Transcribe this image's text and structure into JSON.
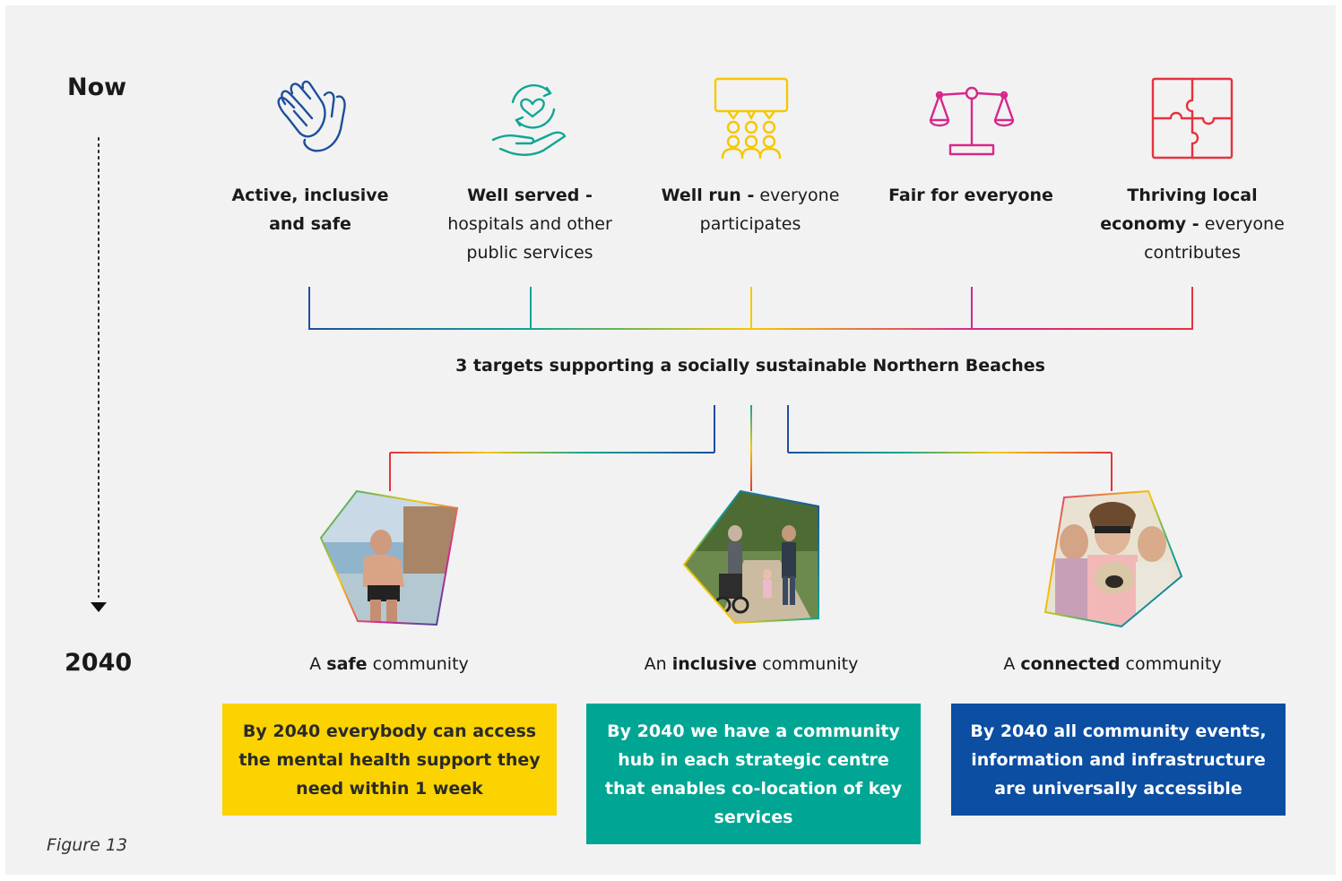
{
  "timeline": {
    "start": "Now",
    "end": "2040"
  },
  "pillars": [
    {
      "icon": "hands-icon",
      "bold": "Active, inclusive and safe",
      "rest": "",
      "color": "#1d4f9c"
    },
    {
      "icon": "care-heart-icon",
      "bold": "Well served -",
      "rest": " hospitals and other public services",
      "color": "#12a594"
    },
    {
      "icon": "speech-people-icon",
      "bold": "Well run -",
      "rest": " everyone participates",
      "color": "#f5c800"
    },
    {
      "icon": "scales-icon",
      "bold": "Fair for everyone",
      "rest": "",
      "color": "#d6288b"
    },
    {
      "icon": "puzzle-icon",
      "bold": "Thriving local economy -",
      "rest": " everyone contributes",
      "color": "#e6323e"
    }
  ],
  "targets_title": "3 targets supporting a socially sustainable Northern Beaches",
  "communities": [
    {
      "prefix": "A ",
      "bold": "safe",
      "suffix": " community",
      "target": "By 2040 everybody can access the mental health support they need within 1 week",
      "box_color": "#fbd300",
      "text_color": "#2a2a2a",
      "photo": "man-running-photo"
    },
    {
      "prefix": "An ",
      "bold": "inclusive",
      "suffix": " community",
      "target": "By 2040 we have a community hub in each strategic centre that enables co-location of key services",
      "box_color": "#00a693",
      "text_color": "#ffffff",
      "photo": "family-walking-photo"
    },
    {
      "prefix": "A ",
      "bold": "connected",
      "suffix": " community",
      "target": "By 2040 all community events, information and infrastructure are universally accessible",
      "box_color": "#0b4ea2",
      "text_color": "#ffffff",
      "photo": "friends-with-dog-photo"
    }
  ],
  "figure_caption": "Figure 13"
}
